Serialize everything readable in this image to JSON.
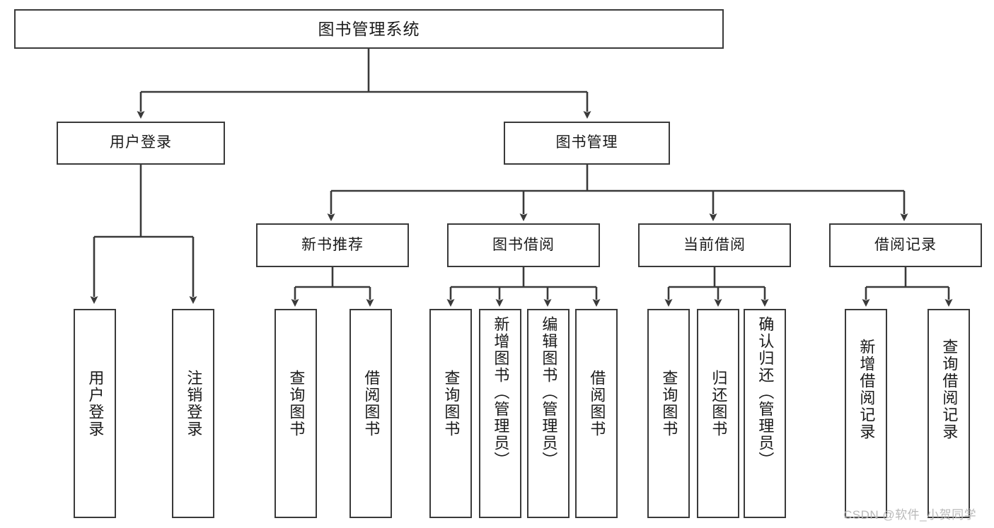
{
  "diagram": {
    "type": "tree-hierarchy",
    "title": "图书管理系统",
    "orientation": "top-down",
    "colors": {
      "box_border": "#3a3a3a",
      "box_fill": "#ffffff",
      "edge": "#3a3a3a",
      "text": "#1a1a1a",
      "watermark": "#b9b9b9",
      "background": "#ffffff"
    }
  },
  "root": {
    "label": "图书管理系统"
  },
  "level1": [
    {
      "label": "用户登录"
    },
    {
      "label": "图书管理"
    }
  ],
  "level2": [
    {
      "label": "新书推荐"
    },
    {
      "label": "图书借阅"
    },
    {
      "label": "当前借阅"
    },
    {
      "label": "借阅记录"
    }
  ],
  "leaves": {
    "user_login": [
      {
        "label": "用户登录"
      },
      {
        "label": "注销登录"
      }
    ],
    "new_book_recommend": [
      {
        "label": "查询图书"
      },
      {
        "label": "借阅图书"
      }
    ],
    "book_borrow": [
      {
        "label": "查询图书"
      },
      {
        "label": "新增图书（管理员）"
      },
      {
        "label": "编辑图书（管理员）"
      },
      {
        "label": "借阅图书"
      }
    ],
    "current_borrow": [
      {
        "label": "查询图书"
      },
      {
        "label": "归还图书"
      },
      {
        "label": "确认归还（管理员）"
      }
    ],
    "borrow_record": [
      {
        "label": "新增借阅记录"
      },
      {
        "label": "查询借阅记录"
      }
    ]
  },
  "watermark": {
    "text": "CSDN @软件_小贺同学"
  }
}
